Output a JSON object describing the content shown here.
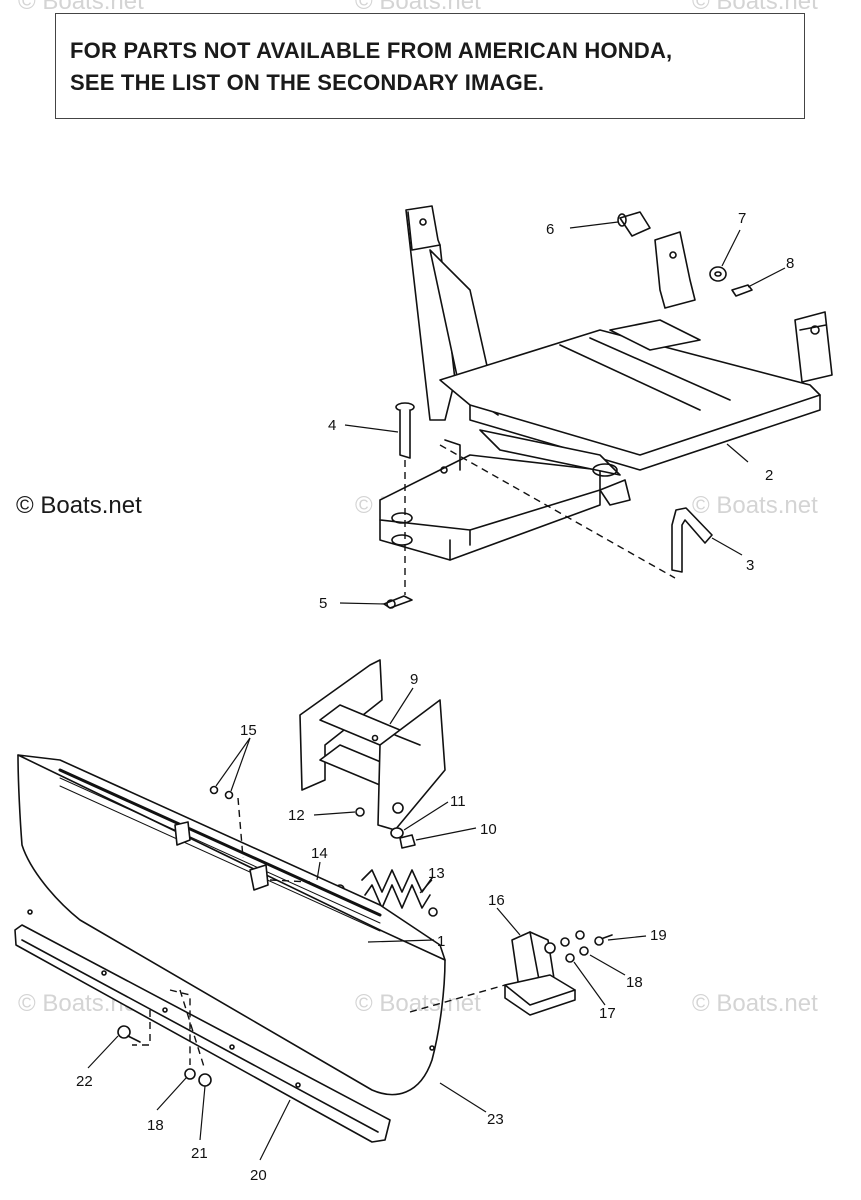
{
  "notice": {
    "line1": "FOR PARTS NOT AVAILABLE FROM AMERICAN HONDA,",
    "line2": "SEE THE LIST ON THE SECONDARY IMAGE."
  },
  "copyright": "© Boats.net",
  "watermark": "© Boats.net",
  "callouts": {
    "p1": "1",
    "p2": "2",
    "p3": "3",
    "p4": "4",
    "p5": "5",
    "p6": "6",
    "p7": "7",
    "p8": "8",
    "p9": "9",
    "p10": "10",
    "p11": "11",
    "p12": "12",
    "p13": "13",
    "p14": "14",
    "p15": "15",
    "p16": "16",
    "p17": "17",
    "p18a": "18",
    "p18b": "18",
    "p19": "19",
    "p20": "20",
    "p21": "21",
    "p22": "22",
    "p23": "23"
  }
}
